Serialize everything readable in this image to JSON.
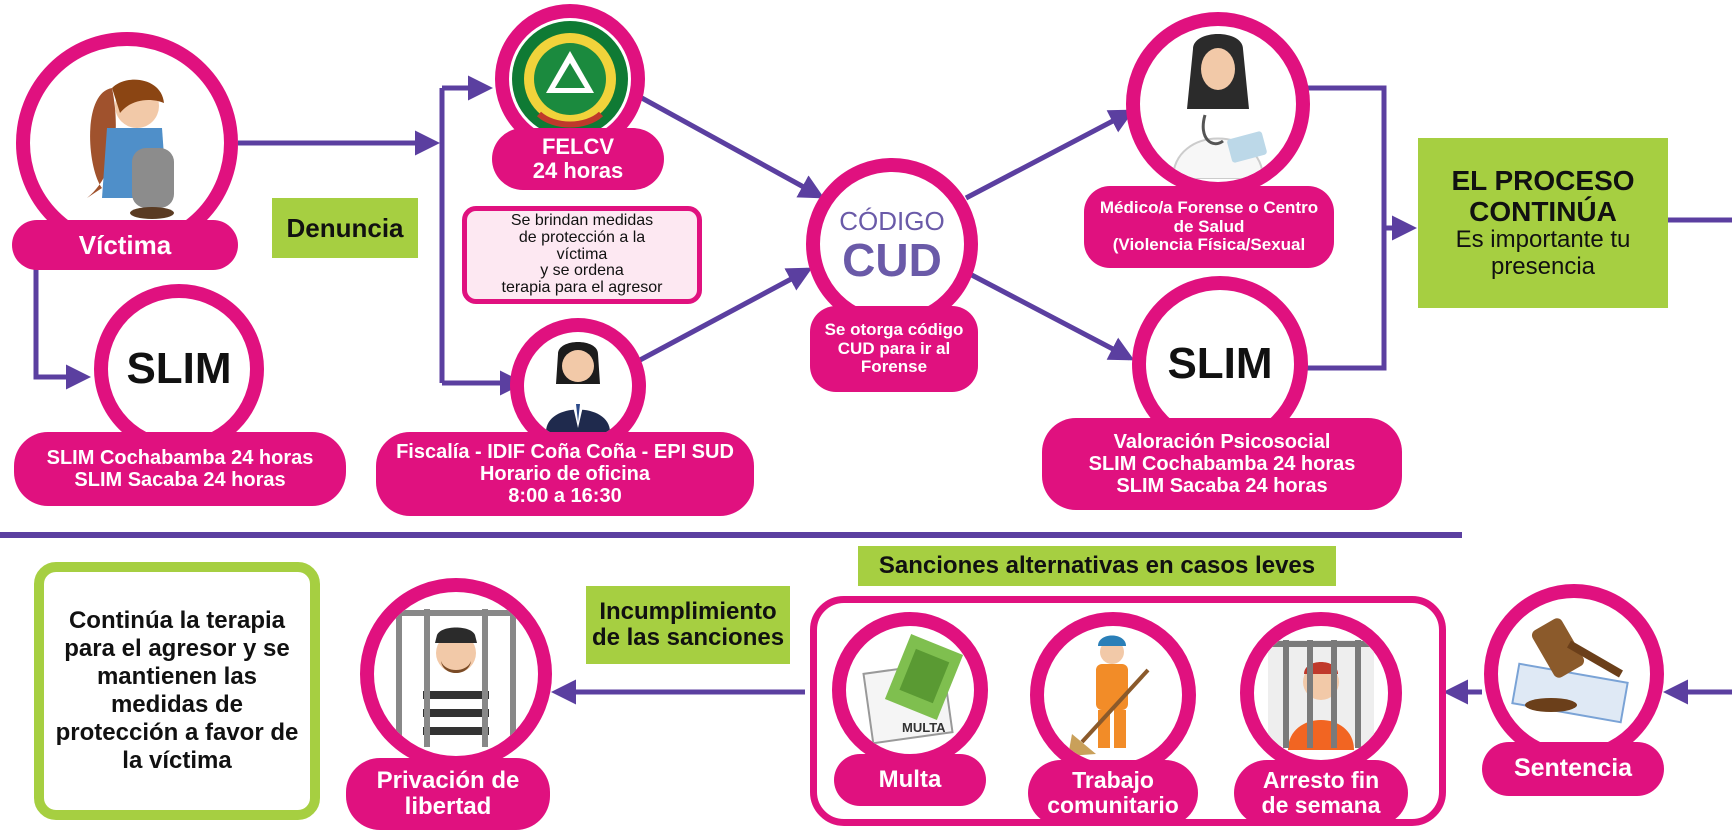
{
  "colors": {
    "magenta": "#e0117f",
    "arrow_purple": "#5b3fa0",
    "green": "#a6cf41",
    "white": "#ffffff",
    "black": "#111111"
  },
  "top_flow": {
    "victim_label": "Víctima",
    "denuncia_label": "Denuncia",
    "slim_left": {
      "title": "SLIM",
      "line1": "SLIM Cochabamba 24 horas",
      "line2": "SLIM Sacaba 24 horas"
    },
    "felcv": {
      "name": "FELCV",
      "hours": "24 horas"
    },
    "protection_note": {
      "line1": "Se brindan medidas",
      "line2": "de protección a la",
      "line3": "víctima",
      "line4": "y se ordena",
      "line5": "terapia para el agresor"
    },
    "fiscalia": {
      "line1": "Fiscalía - IDIF Coña Coña - EPI SUD",
      "line2": "Horario de oficina",
      "line3": "8:00 a 16:30"
    },
    "cud": {
      "label_small": "CÓDIGO",
      "label_big": "CUD",
      "note_line1": "Se otorga código",
      "note_line2": "CUD para ir al",
      "note_line3": "Forense"
    },
    "medico": {
      "line1": "Médico/a Forense o Centro",
      "line2": "de Salud",
      "line3": "(Violencia Física/Sexual"
    },
    "slim_right": {
      "title": "SLIM",
      "line1": "Valoración Psicosocial",
      "line2": "SLIM Cochabamba 24 horas",
      "line3": "SLIM Sacaba 24 horas"
    },
    "continua": {
      "line1": "EL PROCESO",
      "line2": "CONTINÚA",
      "line3": "Es importante tu",
      "line4": "presencia"
    }
  },
  "bottom_flow": {
    "final_note": {
      "line1": "Continúa la terapia",
      "line2": "para el agresor y se",
      "line3": "mantienen las",
      "line4": "medidas de",
      "line5": "protección a favor de",
      "line6": "la víctima"
    },
    "privacion": {
      "line1": "Privación de",
      "line2": "libertad"
    },
    "incumplimiento": {
      "line1": "Incumplimiento",
      "line2": "de las sanciones"
    },
    "sanciones_title": "Sanciones alternativas en casos leves",
    "multa": "Multa",
    "multa_paper": "MULTA",
    "trabajo": {
      "line1": "Trabajo",
      "line2": "comunitario"
    },
    "arresto": {
      "line1": "Arresto  fin",
      "line2": "de semana"
    },
    "sentencia": "Sentencia"
  }
}
